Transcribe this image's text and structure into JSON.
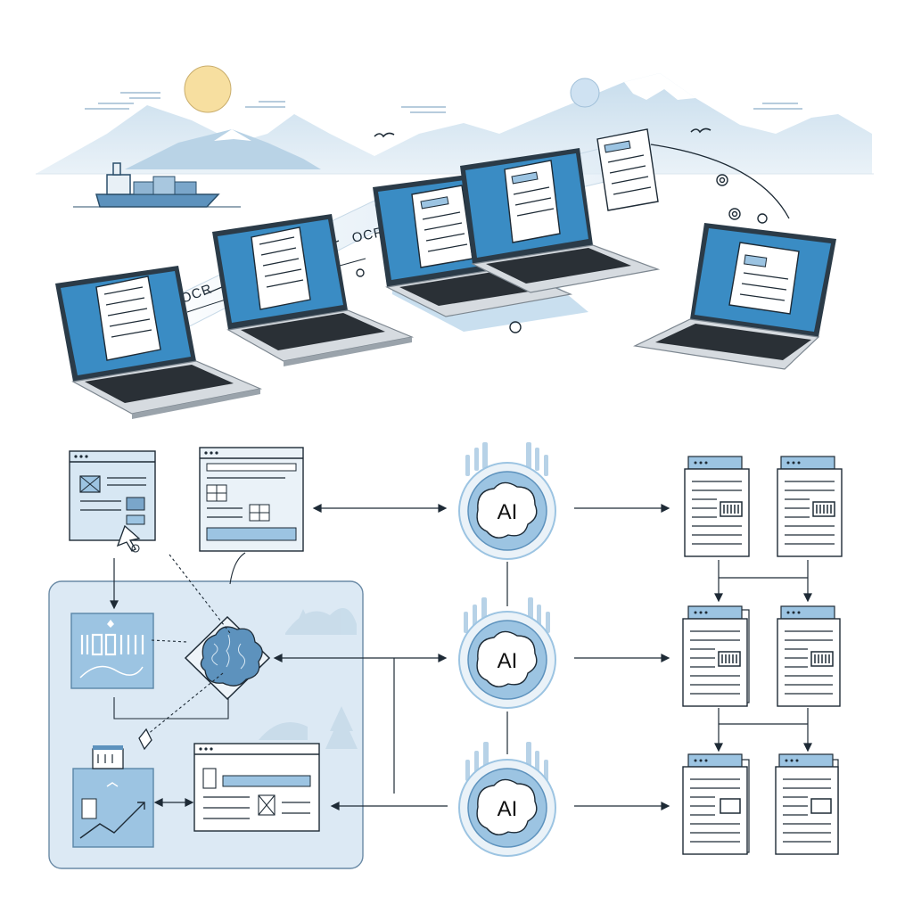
{
  "colors": {
    "accent": "#2f7fb8",
    "screen": "#3a8cc4",
    "pale_blue": "#d7e7f3",
    "panel": "#dce9f4",
    "line": "#1e2b36",
    "sun": "#f7dfa0",
    "moon": "#cfe2f2"
  },
  "scene": {
    "ocr_label_1": "OCR",
    "ocr_label_2": "OCR"
  },
  "flow": {
    "ai_label_top": "AI",
    "ai_label_middle": "AI",
    "ai_label_bottom": "AI"
  },
  "icons": {
    "sun": "sun-icon",
    "moon": "moon-icon",
    "ship": "cargo-ship-icon",
    "bird": "bird-icon",
    "gear": "gear-icon",
    "brain": "brain-icon",
    "document": "document-icon",
    "browser": "browser-window-icon",
    "cursor": "cursor-icon",
    "barcode": "barcode-icon"
  }
}
